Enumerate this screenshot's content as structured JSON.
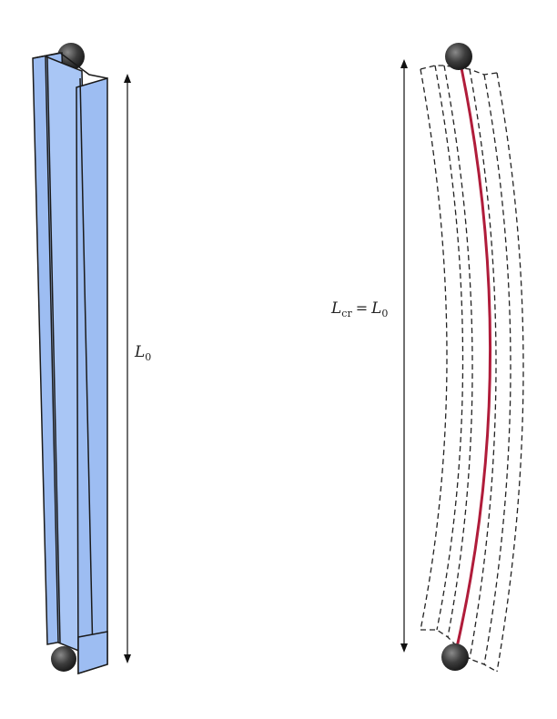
{
  "left_panel": {
    "length_label": {
      "main": "L",
      "sub": "0"
    },
    "colors": {
      "beam_fill": "#9dbdf2",
      "beam_stroke": "#1a1a1a",
      "support": "#3a3a3a",
      "arrow": "#111111"
    }
  },
  "right_panel": {
    "length_label": {
      "main": "L",
      "sub": "cr",
      "equals": "=",
      "main2": "L",
      "sub2": "0"
    },
    "colors": {
      "outline_stroke": "#222222",
      "buckled_line": "#b01c3a",
      "support": "#3a3a3a",
      "arrow": "#111111"
    }
  }
}
